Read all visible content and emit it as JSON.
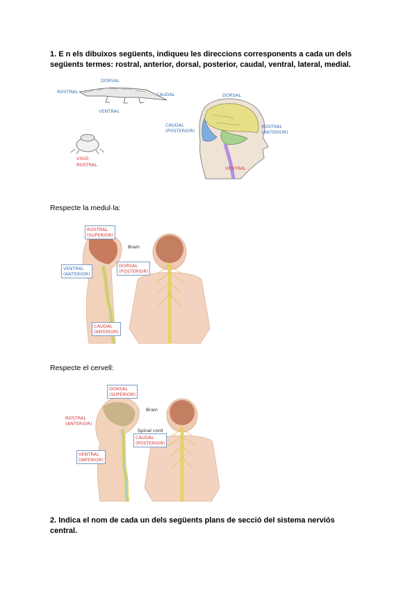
{
  "question1": {
    "text": "1. E n els dibuixos següents, indiqueu les direccions corresponents a cada un dels següents termes: rostral, anterior, dorsal, posterior, caudal, ventral, lateral, medial."
  },
  "figure_animal": {
    "dorsal": "DORSAL",
    "rostral": "ROSTRAL",
    "caudal": "CAUDAL",
    "ventral": "VENTRAL",
    "visio_line1": "VISIÓ",
    "visio_line2": "ROSTRAL"
  },
  "figure_head": {
    "dorsal": "DORSAL",
    "caudal_line1": "CAUDAL",
    "caudal_line2": "(POSTERIOR)",
    "rostral_line1": "ROSTRAL",
    "rostral_line2": "(ANTERIOR)",
    "ventral": "VENTRAL"
  },
  "section_medulla": {
    "heading": "Respecte la medul·la:",
    "rostral_line1": "ROSTRAL",
    "rostral_line2": "(SUPERIOR)",
    "brain": "Brain",
    "ventral_line1": "VENTRAL",
    "ventral_line2": "(ANTERIOR)",
    "dorsal_line1": "DORSAL",
    "dorsal_line2": "(POSTERIOR)",
    "caudal_line1": "CAUDAL",
    "caudal_line2": "(INFERIOR)"
  },
  "section_brain": {
    "heading": "Respecte el cervell:",
    "dorsal_line1": "DORSAL",
    "dorsal_line2": "(SUPERIOR)",
    "brain": "Brain",
    "rostral_line1": "ROSTRAL",
    "rostral_line2": "(ANTERIOR)",
    "spinal": "Spinal cord",
    "caudal_line1": "CAUDAL",
    "caudal_line2": "(POSTERIOR)",
    "ventral_line1": "VENTRAL",
    "ventral_line2": "(INFERIOR)"
  },
  "question2": {
    "text": "2. Indica el nom de cada un dels següents plans de secció del sistema nerviós central."
  }
}
